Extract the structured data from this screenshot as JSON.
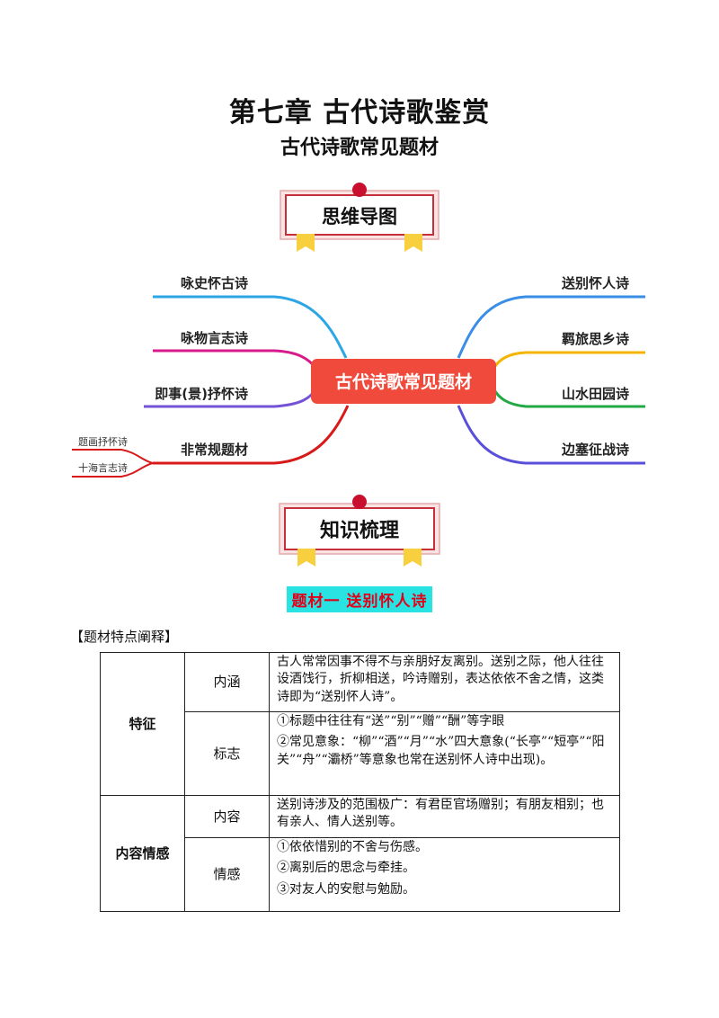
{
  "header": {
    "chapter_title": "第七章  古代诗歌鉴赏",
    "subtitle": "古代诗歌常见题材"
  },
  "banners": {
    "mind_map": "思维导图",
    "knowledge": "知识梳理"
  },
  "mind_map": {
    "center": "古代诗歌常见题材",
    "left_branches": [
      "咏史怀古诗",
      "咏物言志诗",
      "即事(景)抒怀诗",
      "非常规题材"
    ],
    "right_branches": [
      "送别怀人诗",
      "羁旅思乡诗",
      "山水田园诗",
      "边塞征战诗"
    ],
    "sub_branches": [
      "题画抒怀诗",
      "十海言志诗"
    ],
    "colors": {
      "center": "#f04a3c",
      "branch_1": "#2ea6e6",
      "branch_2": "#d81b8c",
      "branch_3": "#7452d6",
      "branch_4": "#d81919",
      "branch_5": "#3a8ee6",
      "branch_6": "#f5b400",
      "branch_7": "#22a844",
      "branch_8": "#5a4fd8"
    }
  },
  "section": {
    "heading": "题材一    送别怀人诗",
    "note_label": "【题材特点阐释】"
  },
  "table": {
    "rows": [
      {
        "category": "特征",
        "items": [
          {
            "label": "内涵",
            "lines": [
              "古人常常因事不得不与亲朋好友离别。送别之际，他人往往设酒饯行，折柳相送，吟诗赠别，表达依依不舍之情，这类诗即为“送别怀人诗”。"
            ]
          },
          {
            "label": "标志",
            "lines": [
              "①标题中往往有“送”“别”“赠”“酬”等字眼",
              "②常见意象：“柳”“酒”“月”“水”四大意象(“长亭”“短亭”“阳关”“舟”“灞桥”等意象也常在送别怀人诗中出现)。"
            ]
          }
        ]
      },
      {
        "category": "内容情感",
        "items": [
          {
            "label": "内容",
            "lines": [
              "送别诗涉及的范围极广：有君臣官场赠别；有朋友相别；也有亲人、情人送别等。"
            ]
          },
          {
            "label": "情感",
            "lines": [
              "①依依惜别的不舍与伤感。",
              "②离别后的思念与牵挂。",
              "③对友人的安慰与勉励。"
            ]
          }
        ]
      }
    ]
  }
}
